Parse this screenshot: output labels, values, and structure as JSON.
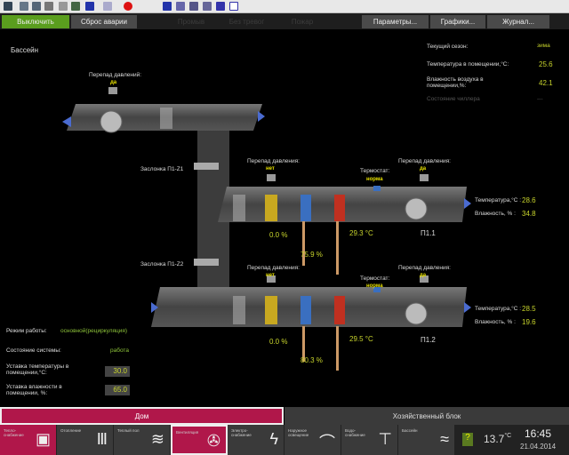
{
  "topbar": {
    "off_button": "Выключить",
    "reset_button": "Сброс аварии",
    "disabled": [
      "Промыв",
      "Без тревог",
      "Пожар"
    ],
    "params_button": "Параметры...",
    "graphs_button": "Графики...",
    "log_button": "Журнал..."
  },
  "page_title": "Бассейн",
  "info": {
    "season_label": "Текущий сезон:",
    "season_value": "зима",
    "temp_label": "Температура в помещении,°С:",
    "temp_value": "25.6",
    "hum_label": "Влажность воздуха в помещении,%:",
    "hum_value": "42.1",
    "chiller_label": "Состояние чиллера",
    "chiller_value": "---"
  },
  "diagram": {
    "top_pressure_label": "Перепад давлений:",
    "top_pressure_value": "да",
    "damper1": "Заслонка П1-Z1",
    "damper2": "Заслонка П1-Z2",
    "units": [
      {
        "name": "П1.1",
        "pressure1_label": "Перепад давления:",
        "pressure1_value": "нет",
        "thermostat_label": "Термостат:",
        "thermostat_value": "норма",
        "pressure2_label": "Перепад давления:",
        "pressure2_value": "да",
        "valve1": "0.0 %",
        "valve2": "75.9 %",
        "water_temp": "29.3 °С",
        "temp_label": "Температура,°С :",
        "temp_value": "28.6",
        "hum_label": "Влажность, % :",
        "hum_value": "34.8"
      },
      {
        "name": "П1.2",
        "pressure1_label": "Перепад давления:",
        "pressure1_value": "нет",
        "thermostat_label": "Термостат:",
        "thermostat_value": "норма",
        "pressure2_label": "Перепад давления:",
        "pressure2_value": "да",
        "valve1": "0.0 %",
        "valve2": "80.3 %",
        "water_temp": "29.5 °С",
        "temp_label": "Температура,°С :",
        "temp_value": "28.5",
        "hum_label": "Влажность, % :",
        "hum_value": "19.6"
      }
    ]
  },
  "settings": {
    "mode_label": "Режим работы:",
    "mode_value": "основной(рециркуляция)",
    "state_label": "Состояние системы:",
    "state_value": "работа",
    "temp_set_label": "Уставка температуры в помещении,°С:",
    "temp_set_value": "30.0",
    "hum_set_label": "Уставка влажности в помещении, %:",
    "hum_set_value": "65.0"
  },
  "tabs": [
    "Дом",
    "Хозяйственный блок"
  ],
  "nav": [
    {
      "label": "Тепло-снабжение",
      "icon": "boiler"
    },
    {
      "label": "Отопление",
      "icon": "radiator"
    },
    {
      "label": "Теплый пол",
      "icon": "floor-heating"
    },
    {
      "label": "Вентиляция",
      "icon": "fan"
    },
    {
      "label": "Электро-снабжение",
      "icon": "electricity"
    },
    {
      "label": "Наружное освещение",
      "icon": "street-light"
    },
    {
      "label": "Водо-снабжение",
      "icon": "tap"
    },
    {
      "label": "Бассейн",
      "icon": "swimmer"
    }
  ],
  "status": {
    "help": "?",
    "outdoor_temp": "13.7",
    "unit": "°С",
    "time": "16:45",
    "date": "21.04.2014"
  },
  "colors": {
    "accent": "#b0174a",
    "ok": "#c8d42c",
    "green": "#5a9e1e"
  }
}
